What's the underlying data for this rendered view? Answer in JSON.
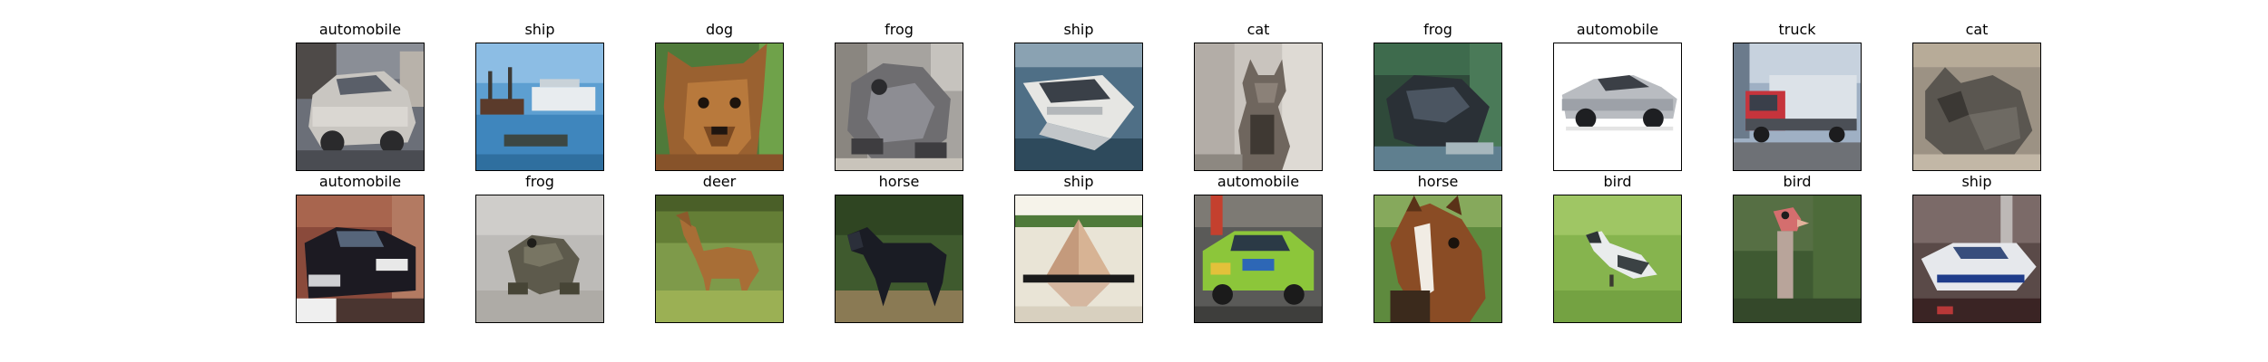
{
  "figure": {
    "rows": [
      {
        "images": [
          {
            "label": "automobile",
            "subject": "silver-sedan"
          },
          {
            "label": "ship",
            "subject": "harbor-ships"
          },
          {
            "label": "dog",
            "subject": "brown-dog"
          },
          {
            "label": "frog",
            "subject": "gray-frog"
          },
          {
            "label": "ship",
            "subject": "cruise-ship"
          },
          {
            "label": "cat",
            "subject": "tabby-cat"
          },
          {
            "label": "frog",
            "subject": "dark-frog"
          },
          {
            "label": "automobile",
            "subject": "white-sports-car"
          },
          {
            "label": "truck",
            "subject": "red-truck"
          },
          {
            "label": "cat",
            "subject": "curled-cat"
          }
        ]
      },
      {
        "images": [
          {
            "label": "automobile",
            "subject": "black-car"
          },
          {
            "label": "frog",
            "subject": "toad-on-gravel"
          },
          {
            "label": "deer",
            "subject": "grazing-deer"
          },
          {
            "label": "horse",
            "subject": "black-horse"
          },
          {
            "label": "ship",
            "subject": "sailing-ship"
          },
          {
            "label": "automobile",
            "subject": "green-race-car"
          },
          {
            "label": "horse",
            "subject": "brown-horse-head"
          },
          {
            "label": "bird",
            "subject": "white-bird-on-grass"
          },
          {
            "label": "bird",
            "subject": "ostrich"
          },
          {
            "label": "ship",
            "subject": "speed-boat"
          }
        ]
      }
    ]
  }
}
